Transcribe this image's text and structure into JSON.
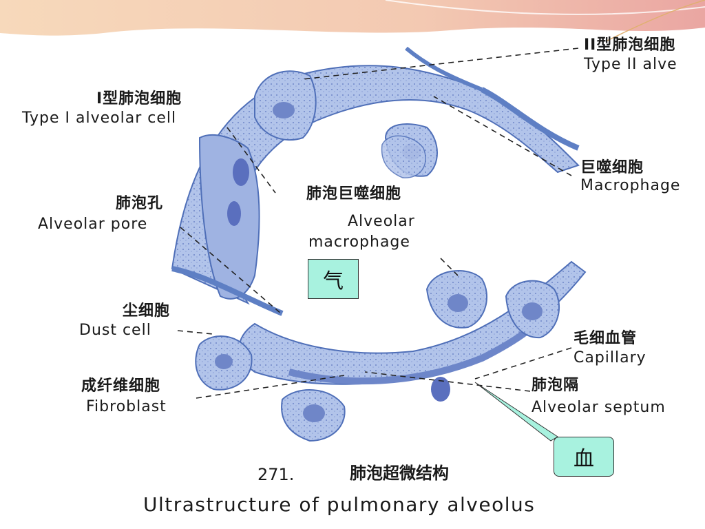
{
  "labels": {
    "type2_zh": "II型肺泡细胞",
    "type2_en": "Type II alve",
    "type1_zh": "I型肺泡细胞",
    "type1_en": "Type I alveolar cell",
    "macrophage_zh": "巨噬细胞",
    "macrophage_en": "Macrophage",
    "alveolar_macrophage_zh": "肺泡巨噬细胞",
    "alveolar_macrophage_en1": "Alveolar",
    "alveolar_macrophage_en2": "macrophage",
    "alveolar_pore_zh": "肺泡孔",
    "alveolar_pore_en": "Alveolar pore",
    "dust_cell_zh": "尘细胞",
    "dust_cell_en": "Dust cell",
    "capillary_zh": "毛细血管",
    "capillary_en": "Capillary",
    "fibroblast_zh": "成纤维细胞",
    "fibroblast_en": "Fibroblast",
    "septum_zh": "肺泡隔",
    "septum_en": "Alveolar septum"
  },
  "callouts": {
    "air": "气",
    "blood": "血"
  },
  "caption": {
    "number": "271.",
    "title_zh": "肺泡超微结构",
    "title_en": "Ultrastructure of pulmonary alveolus"
  },
  "colors": {
    "tissue_fill": "#a9bde6",
    "tissue_dark": "#5e7fc4",
    "nucleus": "#6b7fc9",
    "callout_bg": "#a8f2df",
    "band_peach": "#f6d7b8"
  }
}
